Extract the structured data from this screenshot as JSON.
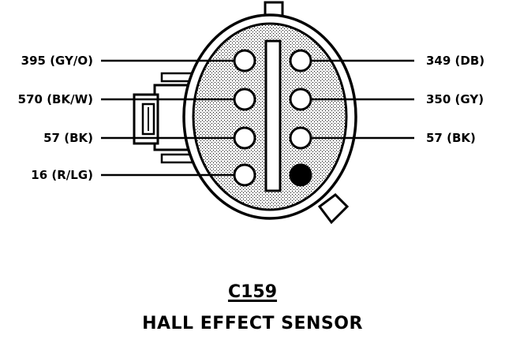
{
  "connector": {
    "id": "C159",
    "name": "HALL EFFECT SENSOR"
  },
  "pins_left": [
    {
      "label": "395 (GY/O)",
      "filled": false
    },
    {
      "label": "570 (BK/W)",
      "filled": false
    },
    {
      "label": "57 (BK)",
      "filled": false
    },
    {
      "label": "16 (R/LG)",
      "filled": false
    }
  ],
  "pins_right": [
    {
      "label": "349 (DB)",
      "filled": false
    },
    {
      "label": "350 (GY)",
      "filled": false
    },
    {
      "label": "57 (BK)",
      "filled": false
    },
    {
      "label": "",
      "filled": true
    }
  ],
  "colors": {
    "line": "#000000",
    "body_fill": "#d9d9d9",
    "background": "#ffffff"
  }
}
